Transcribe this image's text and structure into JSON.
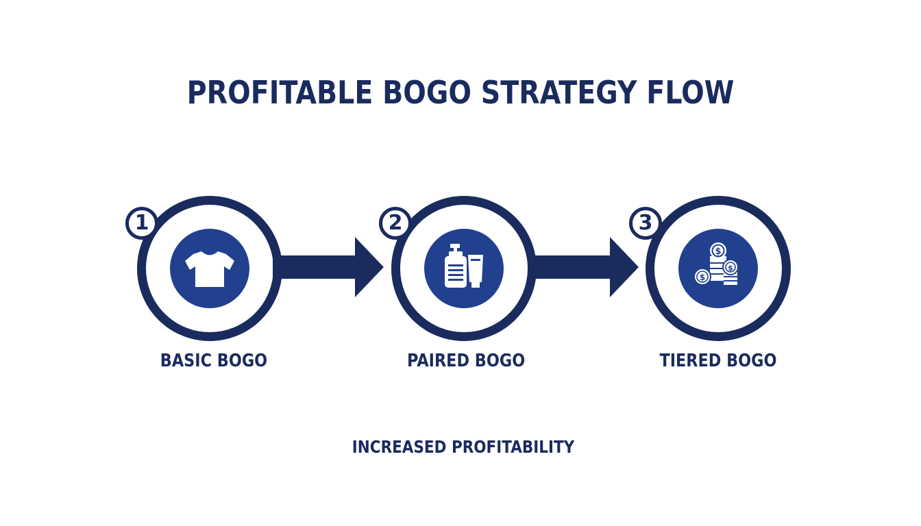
{
  "title": "PROFITABLE BOGO STRATEGY FLOW",
  "steps": [
    {
      "number": "1",
      "label": "BASIC BOGO",
      "icon": "t-shirt-icon"
    },
    {
      "number": "2",
      "label": "PAIRED BOGO",
      "icon": "bottle-and-tube-icon"
    },
    {
      "number": "3",
      "label": "TIERED BOGO",
      "icon": "coin-stacks-icon"
    }
  ],
  "outcome": "INCREASED PROFITABILITY",
  "colors": {
    "navy": "#1a2b5e",
    "icon_fill": "#21418e",
    "background": "#ffffff"
  }
}
